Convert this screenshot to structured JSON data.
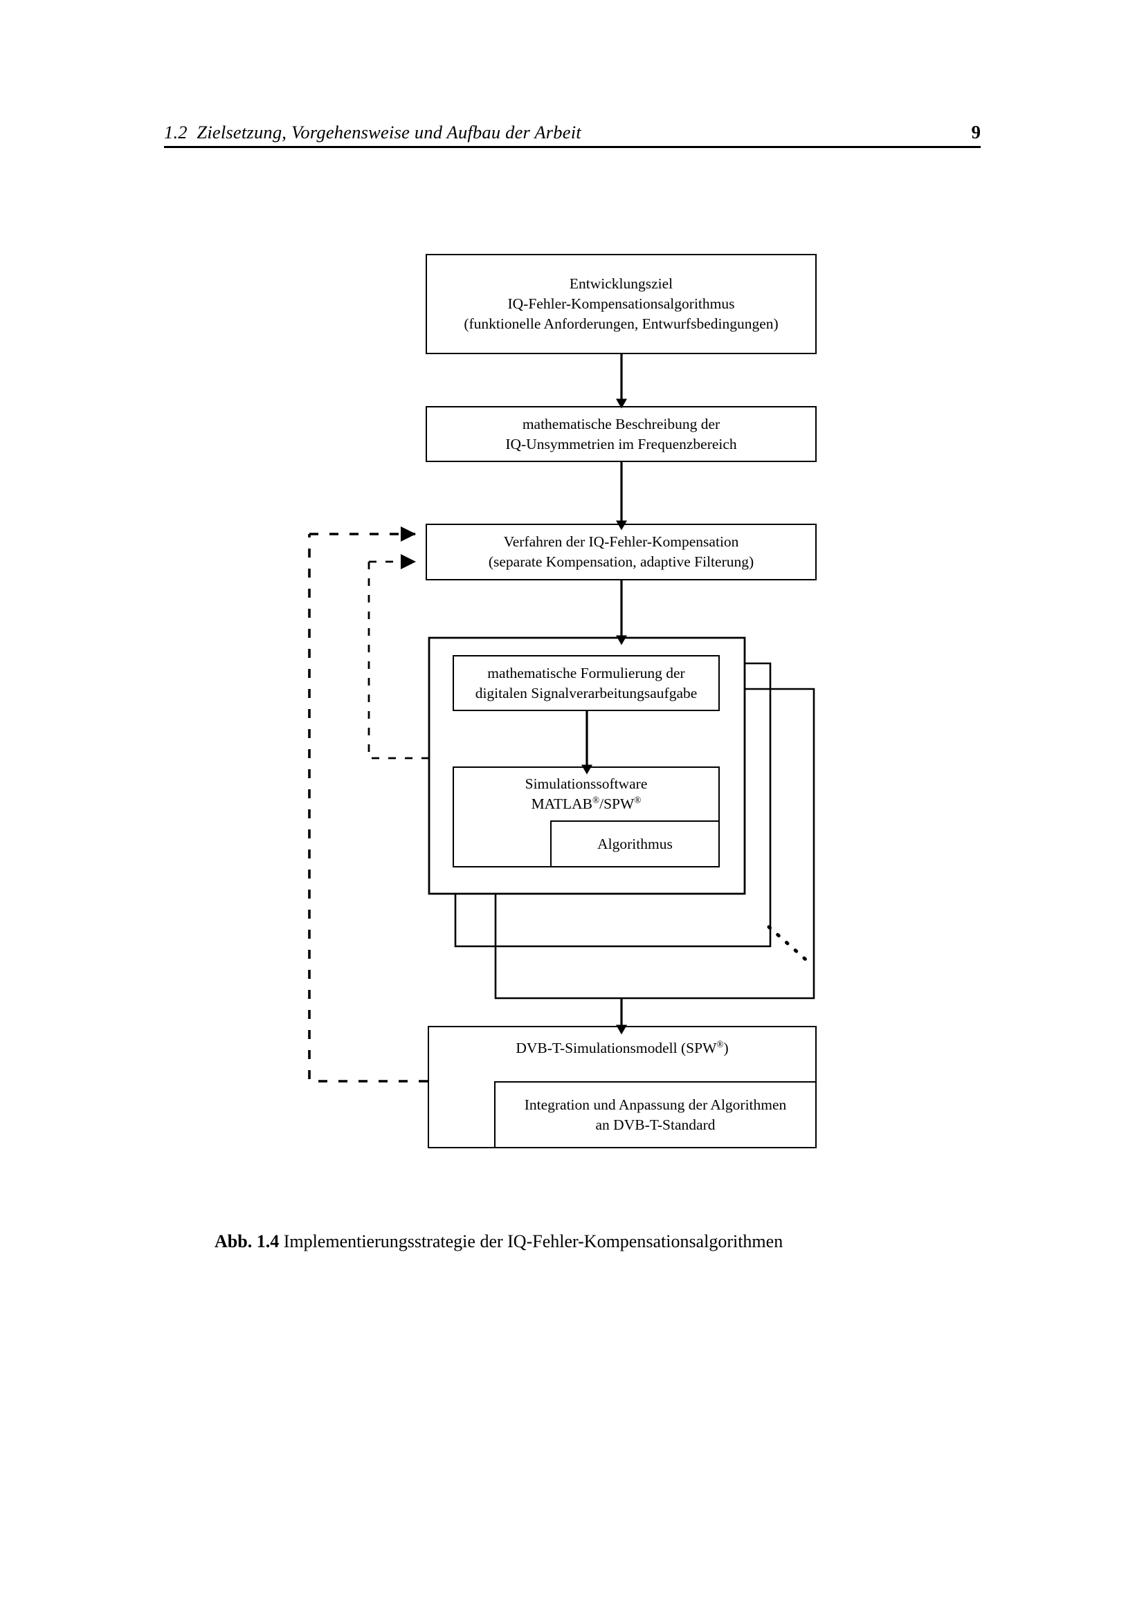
{
  "page": {
    "running_head": "1.2  Zielsetzung, Vorgehensweise und Aufbau der Arbeit",
    "folio": "9"
  },
  "figure": {
    "caption_label": "Abb. 1.4",
    "caption_text": "Implementierungsstrategie der IQ-Fehler-Kompensationsalgorithmen",
    "nodes": {
      "goal": {
        "line1": "Entwicklungsziel",
        "line2": "IQ-Fehler-Kompensationsalgorithmus",
        "line3": "(funktionelle Anforderungen, Entwurfsbedingungen)"
      },
      "math_description": {
        "line1": "mathematische Beschreibung der",
        "line2": "IQ-Unsymmetrien im Frequenzbereich"
      },
      "method": {
        "line1": "Verfahren der IQ-Fehler-Kompensation",
        "line2": "(separate Kompensation, adaptive Filterung)"
      },
      "formulation": {
        "line1": "mathematische Formulierung der",
        "line2": "digitalen Signalverarbeitungsaufgabe"
      },
      "sim_software": {
        "line1": "Simulationssoftware",
        "line2_pre": "MATLAB",
        "line2_mid": "/SPW",
        "registered": "®"
      },
      "algorithm": {
        "label": "Algorithmus"
      },
      "dvbt_model": {
        "line1_pre": "DVB-T-Simulationsmodell (SPW",
        "line1_post": ")",
        "registered": "®"
      },
      "integration": {
        "line1": "Integration und Anpassung der Algorithmen",
        "line2": "an DVB-T-Standard"
      }
    },
    "edges": [
      {
        "name": "goal-to-math-description",
        "style": "solid-arrow"
      },
      {
        "name": "math-description-to-method",
        "style": "solid-arrow"
      },
      {
        "name": "method-to-simulation-stack",
        "style": "solid-arrow"
      },
      {
        "name": "formulation-to-sim-software",
        "style": "solid-arrow"
      },
      {
        "name": "simulation-stack-to-dvbt-model",
        "style": "solid-arrow"
      },
      {
        "name": "dvbt-model-feedback-to-method",
        "style": "dashed-arrow"
      },
      {
        "name": "simulation-stack-feedback-to-method",
        "style": "dashed-arrow"
      },
      {
        "name": "stack-depth-indicator",
        "style": "dotted-diagonal"
      }
    ],
    "colors": {
      "stroke": "#000000",
      "background": "#ffffff"
    }
  }
}
